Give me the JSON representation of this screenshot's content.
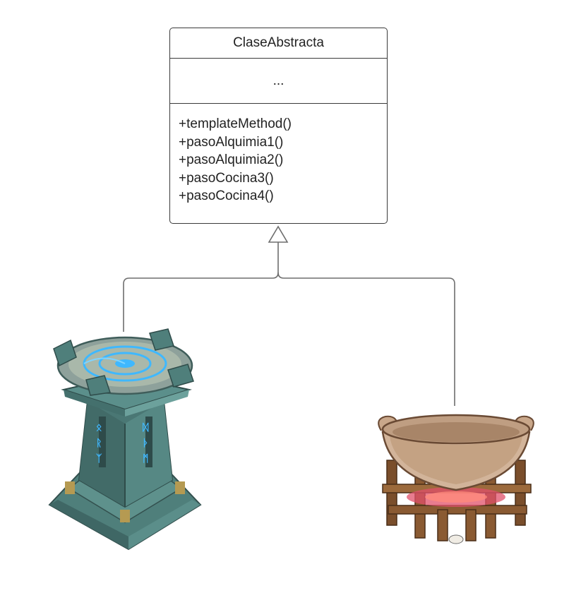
{
  "uml_class": {
    "name": "ClaseAbstracta",
    "attributes": "...",
    "methods": [
      "+templateMethod()",
      "+pasoAlquimia1()",
      "+pasoAlquimia2()",
      "+pasoCocina3()",
      "+pasoCocina4()"
    ]
  },
  "subclasses": [
    {
      "icon": "alchemy-pedestal-icon"
    },
    {
      "icon": "cooking-pot-icon"
    }
  ],
  "colors": {
    "line": "#6e6e6e",
    "border": "#3a3a3a",
    "stone": "#4f7a78",
    "glow": "#3fb8ff",
    "clay": "#d2b49a",
    "wood": "#8a5a32"
  }
}
